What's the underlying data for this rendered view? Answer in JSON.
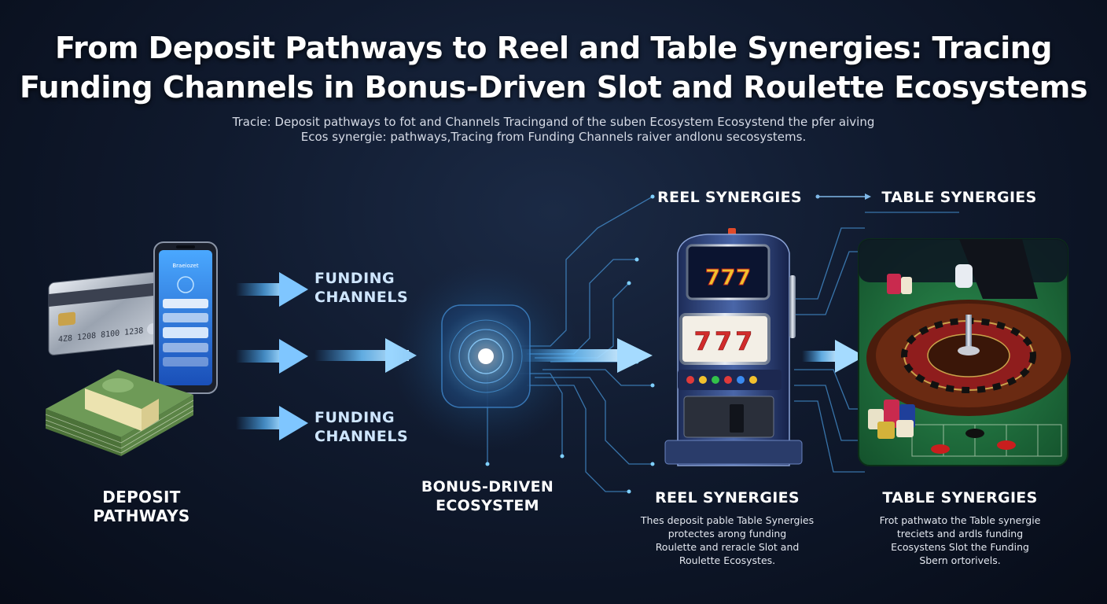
{
  "header": {
    "title_line1": "From Deposit Pathways to Reel and Table Synergies: Tracing",
    "title_line2": "Funding Channels in Bonus-Driven Slot and Roulette Ecosystems",
    "subtitle_line1": "Tracie: Deposit pathways to fot and Channels Tracingand of the suben Ecosystem Ecosystend the pfer aiving",
    "subtitle_line2": "Ecos synergie: pathways,Tracing from Funding Channels raiver andlonu secosystems."
  },
  "phone": {
    "app_title": "Braeiozet"
  },
  "card": {
    "number": "4Z8 1208 8100 1238"
  },
  "slot": {
    "sign": "777",
    "reels": "777"
  },
  "nodes": {
    "deposit": {
      "line1": "DEPOSIT",
      "line2": "PATHWAYS"
    },
    "funding_top": {
      "line1": "FUNDING",
      "line2": "CHANNELS"
    },
    "funding_bottom": {
      "line1": "FUNDING",
      "line2": "CHANNELS"
    },
    "bonus": {
      "line1": "BONUS-DRIVEN",
      "line2": "ECOSYSTEM"
    },
    "reel_top": "REEL SYNERGIES",
    "table_top": "TABLE SYNERGIES",
    "reel_bottom": {
      "label": "REEL SYNERGIES",
      "desc": [
        "Thes deposit pable Table Synergies",
        "protectes arong funding",
        "Roulette and reracle Slot and",
        "Roulette Ecosystes."
      ]
    },
    "table_bottom": {
      "label": "TABLE SYNERGIES",
      "desc": [
        "Frot pathwato the Table synergie",
        "treciets and ardls funding",
        "Ecosystens Slot the Funding",
        "Sbern ortorivels."
      ]
    }
  },
  "colors": {
    "accent": "#3fa9ff",
    "glow": "#7fd0ff",
    "felt": "#1f6b3c",
    "wood": "#5a2410"
  }
}
